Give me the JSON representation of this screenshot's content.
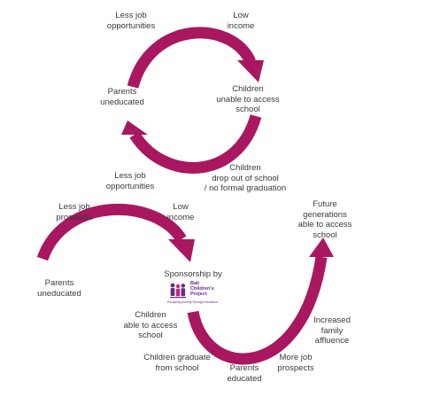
{
  "colors": {
    "arrow": "#a8175f",
    "text": "#3a3a3a",
    "logo": "#6b2a8a",
    "background": "#ffffff"
  },
  "cycle_top": {
    "less_job_opportunities": "Less job\nopportunities",
    "low_income": "Low\nincome",
    "parents_uneducated": "Parents\nuneducated",
    "children_unable": "Children\nunable to access\nschool",
    "less_job_opportunities_2": "Less job\nopportunities",
    "children_drop_out": "Children\ndrop out of school\n/ no formal graduation"
  },
  "cycle_bottom": {
    "less_job_prospects": "Less job\nprospects",
    "low_income": "Low\nincome",
    "parents_uneducated": "Parents\nuneducated",
    "sponsorship_by": "Sponsorship by",
    "children_able": "Children\nable to access\nschool",
    "children_graduate": "Children graduate\nfrom school",
    "parents_educated": "Parents\neducated",
    "more_job_prospects": "More job\nprospects",
    "increased_affluence": "Increased\nfamily\naffluence",
    "future_generations": "Future\ngenerations\nable to access\nschool"
  },
  "logo": {
    "name_line1": "Bali",
    "name_line2": "Children's",
    "name_line3": "Project",
    "tagline": "Escaping poverty through education"
  }
}
